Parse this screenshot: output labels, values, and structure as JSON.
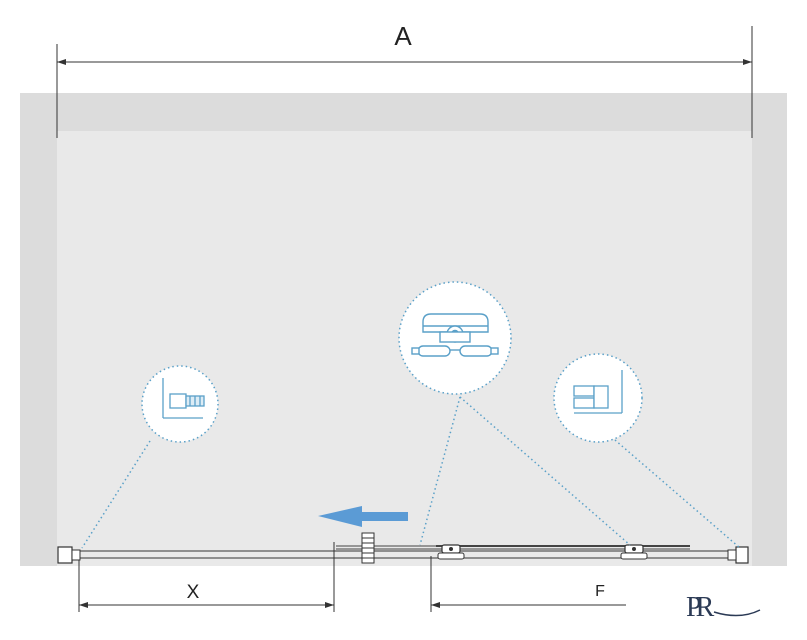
{
  "labels": {
    "width_total": "A",
    "offset_left": "X",
    "offset_right": "F"
  },
  "logo": {
    "text": "PR"
  },
  "colors": {
    "wall": "#dcdcdc",
    "line": "#333333",
    "detail": "#5aa0c8",
    "arrow": "#5b9bd5",
    "logo": "#2b3a55"
  },
  "icons": {
    "detail_left": "wall-profile-magnet-icon",
    "detail_center": "roller-carriage-icon",
    "detail_right": "wall-profile-icon",
    "direction": "arrow-left-icon"
  }
}
